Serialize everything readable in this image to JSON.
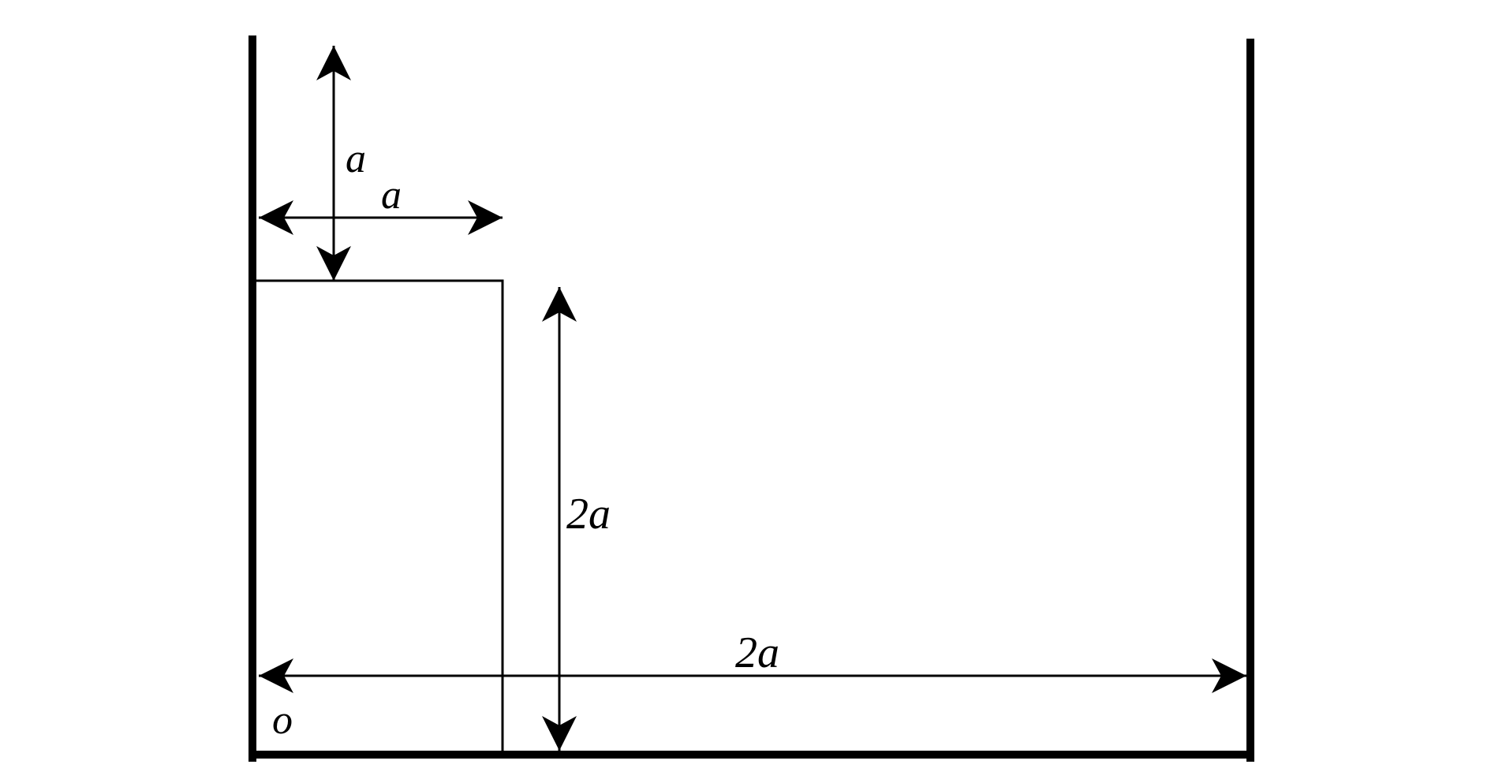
{
  "labels": {
    "top_vertical": "a",
    "top_horizontal": "a",
    "block_height": "2a",
    "base_width": "2a",
    "origin": "o"
  },
  "colors": {
    "stroke": "#000000",
    "background": "#ffffff"
  }
}
